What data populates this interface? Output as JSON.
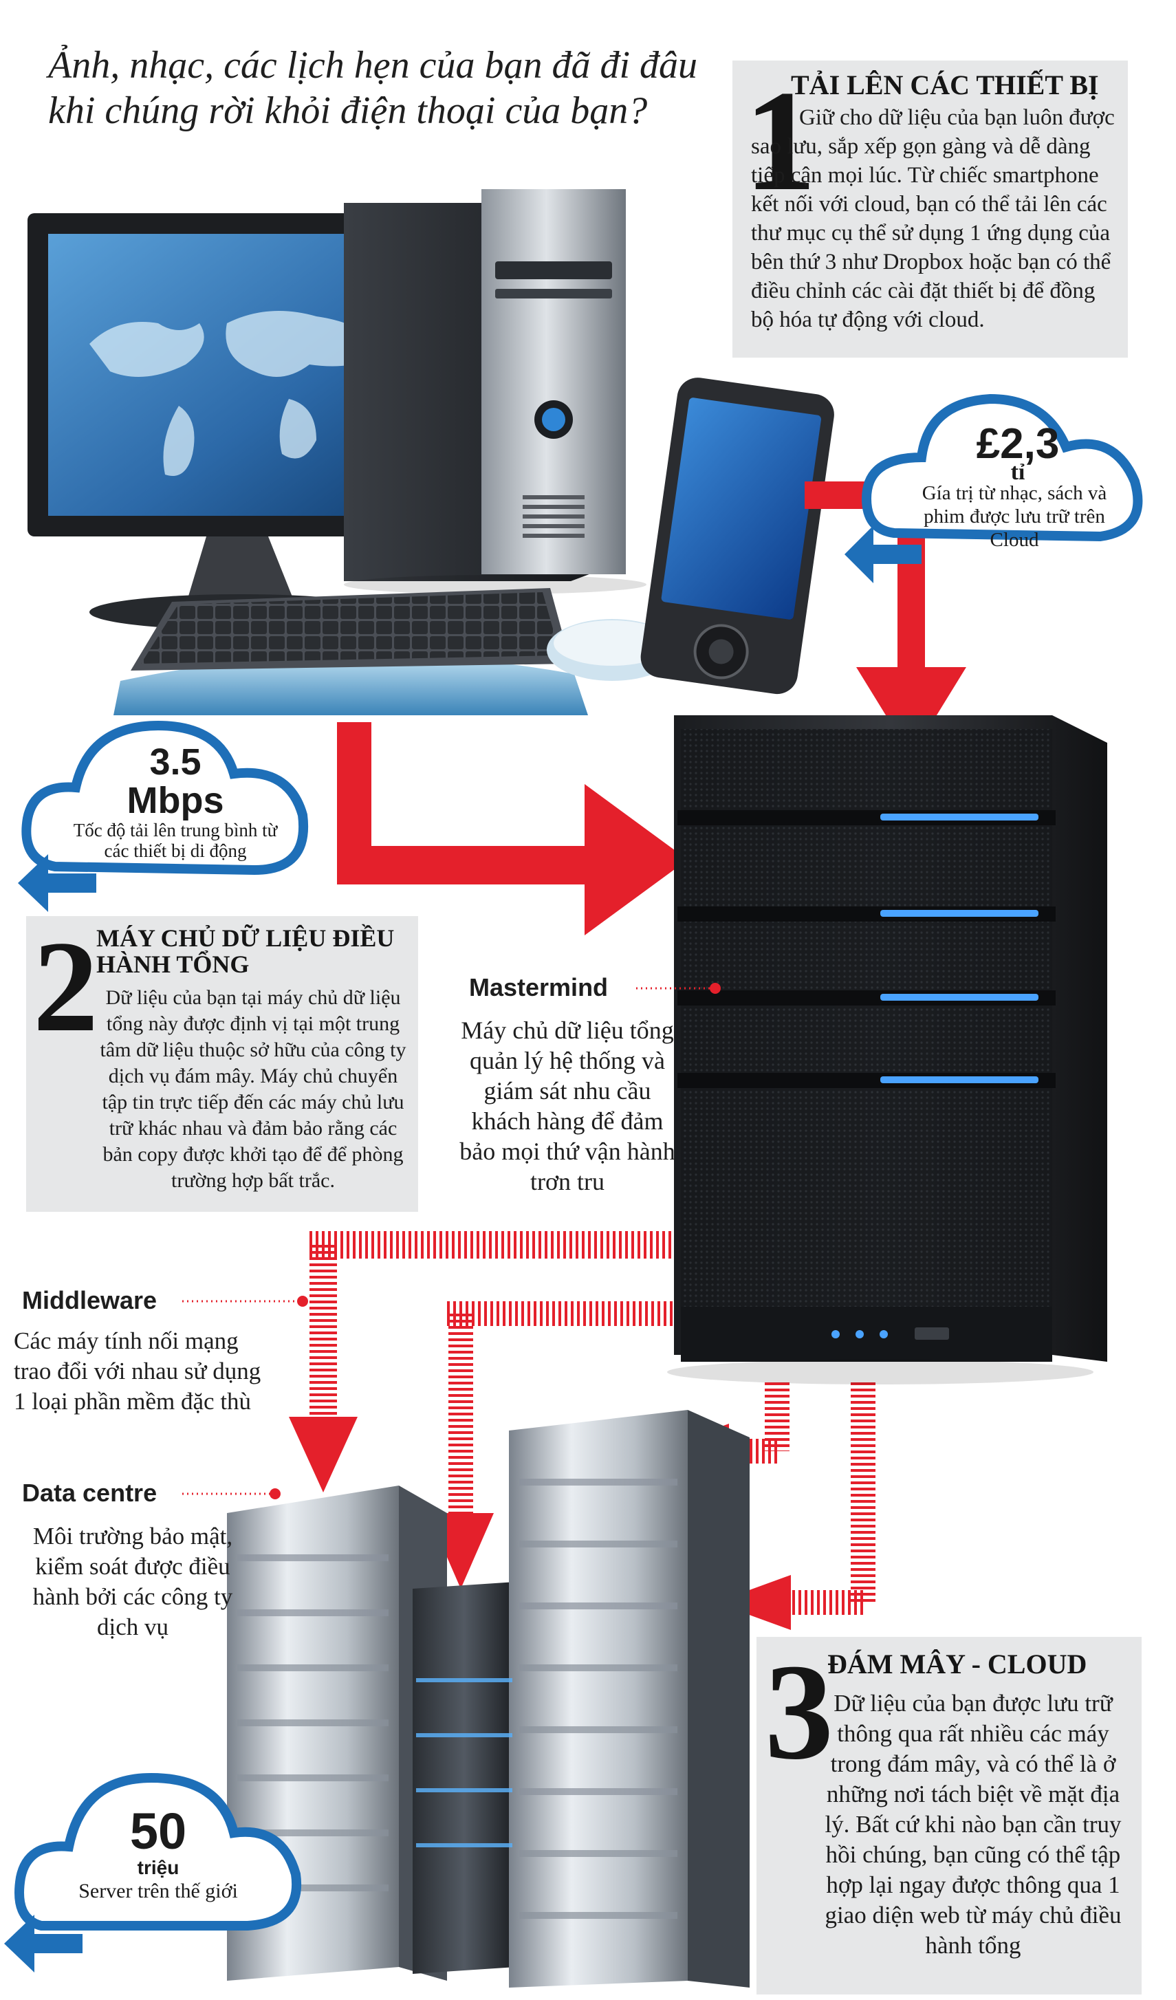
{
  "title": "Ảnh, nhạc, các lịch hẹn của bạn đã đi đâu khi chúng rời khỏi điện thoại của bạn?",
  "steps": [
    {
      "number": "1",
      "title": "TẢI LÊN CÁC THIẾT BỊ",
      "body": "Giữ cho dữ liệu của bạn luôn được sao lưu, sắp xếp gọn gàng và  dễ dàng tiếp cận mọi lúc. Từ chiếc smartphone kết nối với cloud, bạn có thể tải lên các thư mục cụ thể sử dụng 1 ứng dụng của bên thứ 3 như Dropbox hoặc bạn có thể điều chỉnh các cài đặt thiết bị để đồng bộ hóa tự động với cloud."
    },
    {
      "number": "2",
      "title": "MÁY CHỦ DỮ LIỆU ĐIỀU HÀNH TỔNG",
      "body": "Dữ liệu của bạn tại máy chủ dữ liệu tổng này được định vị tại một trung tâm dữ liệu thuộc sở hữu của công ty dịch vụ đám mây. Máy chủ chuyển tập tin trực tiếp đến các máy chủ lưu trữ khác nhau và đảm bảo rằng các bản copy được khởi tạo để để phòng trường hợp bất trắc."
    },
    {
      "number": "3",
      "title": "ĐÁM MÂY - CLOUD",
      "body": "Dữ liệu của bạn được lưu trữ thông qua rất nhiều các máy trong đám mây, và có thể là ở những nơi tách biệt về mặt địa lý. Bất cứ khi nào bạn cần truy hồi chúng, bạn cũng có thể tập hợp lại ngay được thông qua 1 giao diện web từ máy chủ điều hành tổng"
    }
  ],
  "callouts": {
    "mastermind": {
      "label": "Mastermind",
      "body": "Máy chủ dữ liệu tổng quản lý hệ thống và giám sát nhu cầu khách hàng để đảm bảo mọi thứ vận hành trơn tru"
    },
    "middleware": {
      "label": "Middleware",
      "body": "Các máy tính nối mạng trao đổi với nhau sử dụng 1 loại phần mềm đặc thù"
    },
    "datacentre": {
      "label": "Data centre",
      "body": "Môi trường bảo mật, kiểm soát được điều hành bởi các công ty dịch vụ"
    }
  },
  "clouds": {
    "value_stored": {
      "value": "£2,3",
      "unit": "tỉ",
      "body": "Gía trị từ nhạc, sách và phim được lưu trữ trên Cloud"
    },
    "upload_speed": {
      "value": "3.5 Mbps",
      "body": "Tốc độ tải lên trung bình từ các thiết bị di động"
    },
    "servers": {
      "value": "50",
      "unit": "triệu",
      "body": "Server trên thế giới"
    }
  },
  "colors": {
    "arrow_red": "#e4202b",
    "box_gray": "#e6e7e8",
    "cloud_blue": "#1e6fb8",
    "server_blue_light": "#4aa3ff"
  }
}
